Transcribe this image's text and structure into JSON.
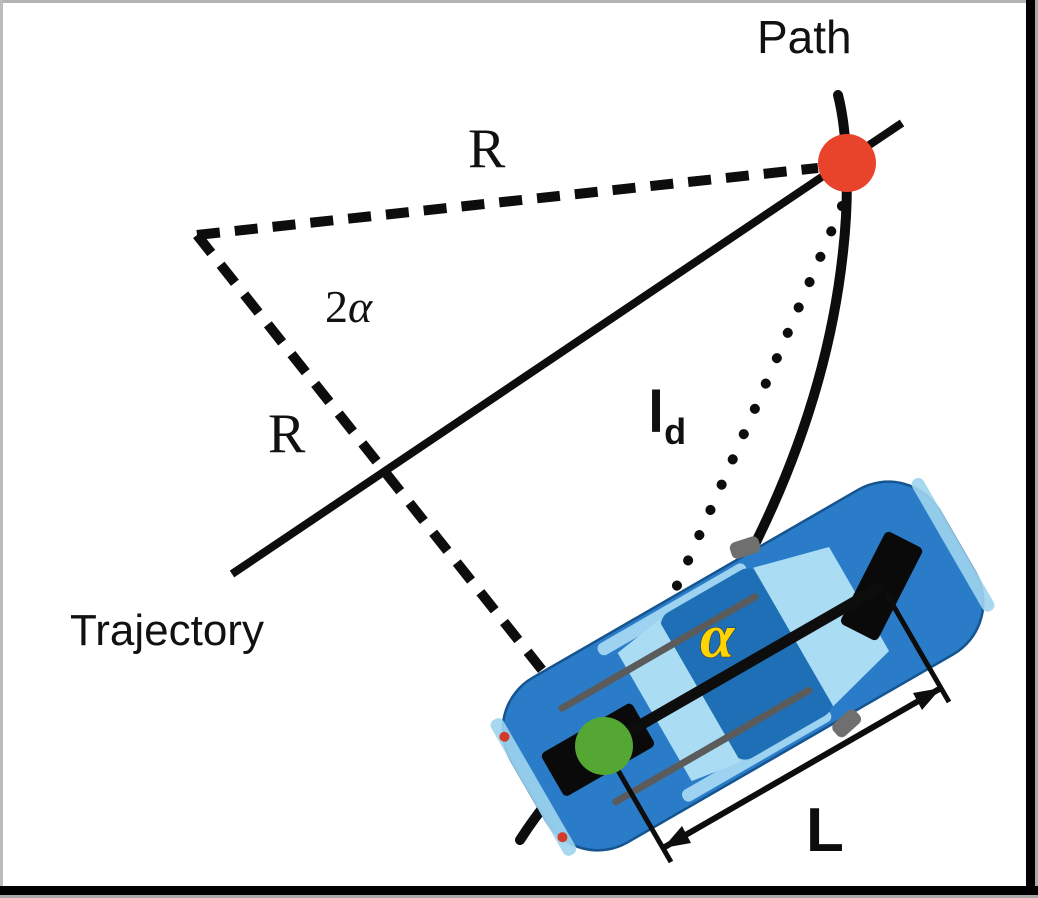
{
  "figure": {
    "title": "Pure pursuit steering geometry diagram",
    "background": "#ffffff",
    "border_color": "#000000"
  },
  "labels": {
    "path": "Path",
    "radius_top": "R",
    "radius_left": "R",
    "central_angle_number": "2",
    "central_angle_symbol": "α",
    "trajectory": "Trajectory",
    "lookahead_letter": "l",
    "lookahead_subscript": "d",
    "heading_angle": "α",
    "wheelbase": "L"
  },
  "colors": {
    "line": "#0d0d0d",
    "goal_point": "#e8432b",
    "rear_axle_point": "#55a733",
    "alpha_label": "#ffd400",
    "car_body": "#2a7cc9",
    "car_roof": "#1e6fb6",
    "car_glass": "#aadcf4",
    "car_trim": "#9fd4ee",
    "wheel": "#0a0a0a",
    "rail_gray": "#5b5b5b",
    "mirror_gray": "#6f6f6f",
    "taillight": "#d43a2a",
    "label_text": "#111111"
  }
}
